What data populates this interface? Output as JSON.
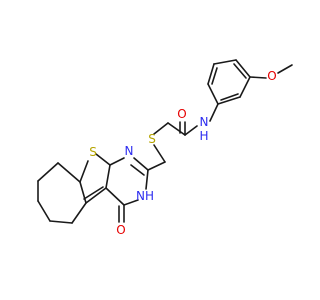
{
  "molecule": {
    "atoms": {
      "S_thioether": {
        "text": "S",
        "color": "#b5a400"
      },
      "S_thiophene": {
        "text": "S",
        "color": "#b5a400"
      },
      "N_ring_top": {
        "text": "N",
        "color": "#2d2df0"
      },
      "NH_ring": {
        "text": "NH",
        "color": "#2d2df0"
      },
      "O_carbonyl_ring": {
        "text": "O",
        "color": "#e60000"
      },
      "O_amide": {
        "text": "O",
        "color": "#e60000"
      },
      "NH_amide": {
        "text": "N",
        "color": "#2d2df0"
      },
      "H_amide": {
        "text": "H",
        "color": "#2d2df0"
      },
      "O_methoxy": {
        "text": "O",
        "color": "#e60000"
      }
    },
    "bond_color": "#1a1a1a",
    "background": "#ffffff"
  }
}
